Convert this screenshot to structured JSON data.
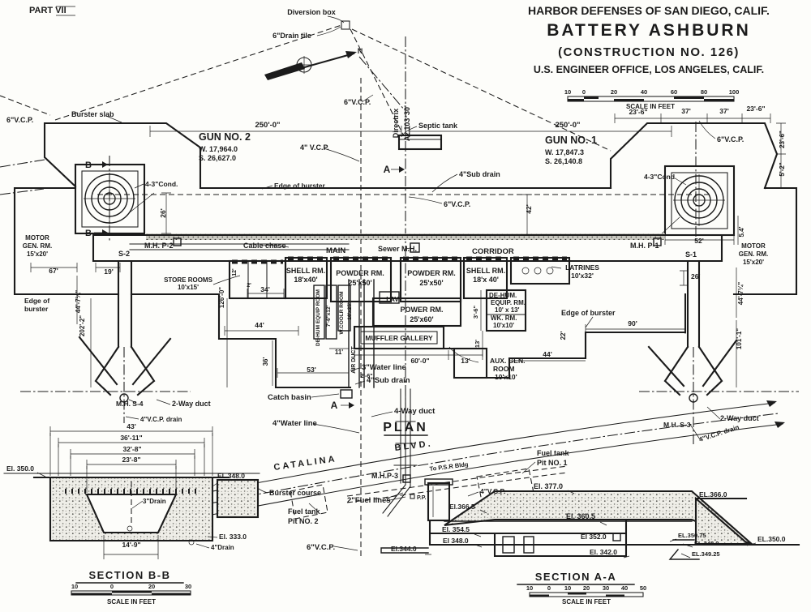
{
  "document": {
    "type": "engineering-drawing",
    "part_label": "PART VII",
    "title_block": {
      "line1": "HARBOR DEFENSES OF SAN DIEGO, CALIF.",
      "line2": "BATTERY ASHBURN",
      "line3": "(CONSTRUCTION NO. 126)",
      "line4": "U.S. ENGINEER OFFICE, LOS ANGELES, CALIF."
    }
  },
  "scales": {
    "top": {
      "ticks": [
        "10",
        "0",
        "20",
        "40",
        "60",
        "80",
        "100"
      ],
      "caption": "SCALE IN FEET"
    },
    "aa": {
      "ticks": [
        "10",
        "0",
        "10",
        "20",
        "30",
        "40",
        "50"
      ],
      "caption": "SCALE IN FEET"
    },
    "bb": {
      "ticks": [
        "10",
        "0",
        "20",
        "30"
      ],
      "caption": "SCALE IN FEET"
    }
  },
  "labels": {
    "part": "PART VII",
    "title1": "HARBOR DEFENSES OF SAN DIEGO, CALIF.",
    "title2": "BATTERY ASHBURN",
    "title3": "(CONSTRUCTION NO. 126)",
    "title4": "U.S. ENGINEER OFFICE, LOS ANGELES, CALIF.",
    "diversion_box": "Diversion box",
    "drain_tile": "6\"Drain tile",
    "north_n": "N",
    "directrix": "Directrix",
    "azimuth": "Az.103°30'",
    "vcp_topleft": "6\"V.C.P.",
    "burster_slab": "Burster slab",
    "dim_250_left": "250'-0\"",
    "dim_250_right": "250'-0\"",
    "gun2_title": "GUN NO. 2",
    "gun2_w": "W. 17,964.0",
    "gun2_s": "S. 26,627.0",
    "gun1_title": "GUN NO. 1",
    "gun1_w": "W. 17,847.3",
    "gun1_s": "S. 26,140.8",
    "vcp4_top": "4\" V.C.P.",
    "vcp6_directrix": "6\"V.C.P.",
    "septic_tank": "Septic tank",
    "section_a_top": "A",
    "section_a_bottom": "A",
    "section_b_top": "B",
    "section_b_bottom": "B",
    "sub_drain_top": "4\"Sub drain",
    "edge_burster_top": "Edge of burster",
    "vcp6_mid": "6\"V.C.P.",
    "dim_42": "42'",
    "dim_23_6_a": "23'-6\"",
    "dim_37_a": "37'",
    "dim_37_b": "37'",
    "dim_23_6_b": "23'-6\"",
    "dim_23_6_v": "23'-6\"",
    "dim_5_2_v": "5'-2\"",
    "vcp6_gun1": "6\"V.C.P.",
    "cond_left": "4-3\"Cond.",
    "cond_right": "4-3\"Cond.",
    "dim_26_left": "26'",
    "dim_26_right": "26'",
    "dim_52": "52'",
    "mh_p2": "M.H. P-2",
    "mh_p1": "M.H. P-1",
    "s2": "S-2",
    "s1": "S-1",
    "cable_chase": "Cable chase",
    "main_corridor_left": "MAIN",
    "sewer_mh": "Sewer M.H.",
    "main_corridor_right": "CORRIDOR",
    "motor2_1": "MOTOR",
    "motor2_2": "GEN. RM.",
    "motor2_3": "15'x20'",
    "motor1_1": "MOTOR",
    "motor1_2": "GEN. RM.",
    "motor1_3": "15'x20'",
    "dim_67": "67'",
    "dim_19": "19'",
    "dim_44_7_left": "44'-7¼\"",
    "dim_44_7_right": "44'-7¼\"",
    "dim_101": "101'-1\"",
    "dim_5_4": "5.4'",
    "edge_burster_left_1": "Edge of",
    "edge_burster_left_2": "burster",
    "store_rooms_1": "STORE ROOMS",
    "store_rooms_2": "10'x15'",
    "dim_126": "126'-0\"",
    "dim_202": "202'-2\"",
    "dim_2": "2'",
    "dim_34": "34'",
    "dim_12": "12'",
    "shell2_1": "SHELL RM.",
    "shell2_2": "18'x40'",
    "powder2_1": "POWDER RM.",
    "powder2_2": "25'x50'",
    "powder1_1": "POWDER RM.",
    "powder1_2": "25'x50'",
    "shell1_1": "SHELL RM.",
    "shell1_2": "18'x 40'",
    "latrines_1": "LATRINES",
    "latrines_2": "10'x32'",
    "dehum1_1": "DE-HUM.",
    "dehum1_2": "EQUIP. RM.",
    "dehum1_3": "10' x 13'",
    "wk_rm_1": "WK. RM.",
    "wk_rm_2": "10'x10'",
    "dim_3_6": "3'-6\"",
    "dim_13_v": "13'",
    "power_rm_1": "POWER RM.",
    "power_rm_2": "25'x60'",
    "lav": "LAV",
    "muffler": "MUFFLER GALLERY",
    "dim_60": "60'-0\"",
    "dim_13_b": "13'",
    "aux_1": "AUX. GEN.",
    "aux_2": "ROOM",
    "aux_3": "10'x10'",
    "dehum2_v1": "DE-HUM EQUIP ROOM",
    "dehum2_v2": "7'-6\"x12'",
    "wcool_v1": "W.COOLR ROOM",
    "wcool_v2": "16'x25'",
    "air_duct": "AIR DUCT",
    "dim_11": "11'",
    "dim_2_6": "2'-6\"",
    "dim_53": "53'",
    "dim_44_left": "44'",
    "dim_36_v": "36'",
    "water3": "3\"Water line",
    "sub_drain_bottom": "4\"Sub drain",
    "catch_basin": "Catch basin",
    "way4": "4-Way duct",
    "water4": "4\"Water line",
    "plan_title": "PLAN",
    "catalina": "CATALINA",
    "blvd": "BLVD.",
    "mh_p3": "M.H.P-3",
    "psr": "To P.S.R Bldg",
    "pp": "P.P.",
    "fuel2": "2\"Fuel lines",
    "fuel_tank2_1": "Fuel tank",
    "fuel_tank2_2": "Pit NO. 2",
    "burster_course": "Burster course",
    "vcp6_bottom": "6\"V.C.P.",
    "fuel_tank1_1": "Fuel tank",
    "fuel_tank1_2": "Pit NO. 1",
    "vcp4_right": "4\"V.C.P.",
    "edge_burster_mid": "Edge of burster",
    "dim_90": "90'",
    "dim_22": "22'",
    "dim_44_right": "44'",
    "mh_s4": "M.H. S-4",
    "way2_left": "2-Way duct",
    "vcp_drain_left": "4\"V.C.P. drain",
    "mh_s3": "M.H. S-3",
    "way2_right": "2-Way duct",
    "vcp_drain_right": "4\"V.C.P. drain",
    "el_377": "El. 377.0",
    "el_366_5": "El.366.5",
    "el_360_5": "El. 360.5",
    "el_354_5": "El. 354.5",
    "el_348_a": "El 348.0",
    "el_352": "El 352.0",
    "el_342": "El. 342.0",
    "el_344": "El.344.0",
    "el_350_75": "EL.350.75",
    "el_348_b": "EL.348.0",
    "el_349_25": "EL.349.25",
    "el_350_r": "EL.350.0",
    "el_366_r": "EL.366.0",
    "section_aa": "SECTION A-A",
    "dim_43": "43'",
    "dim_36_11": "36'-11\"",
    "dim_32_8": "32'-8\"",
    "dim_23_8": "23'-8\"",
    "el_350_l": "El. 350.0",
    "el_348_l": "El. 348.0",
    "drain3": "3\"Drain",
    "el_333": "El. 333.0",
    "drain4": "4\"Drain",
    "dim_14_9": "14'-9\"",
    "section_bb": "SECTION B-B"
  }
}
